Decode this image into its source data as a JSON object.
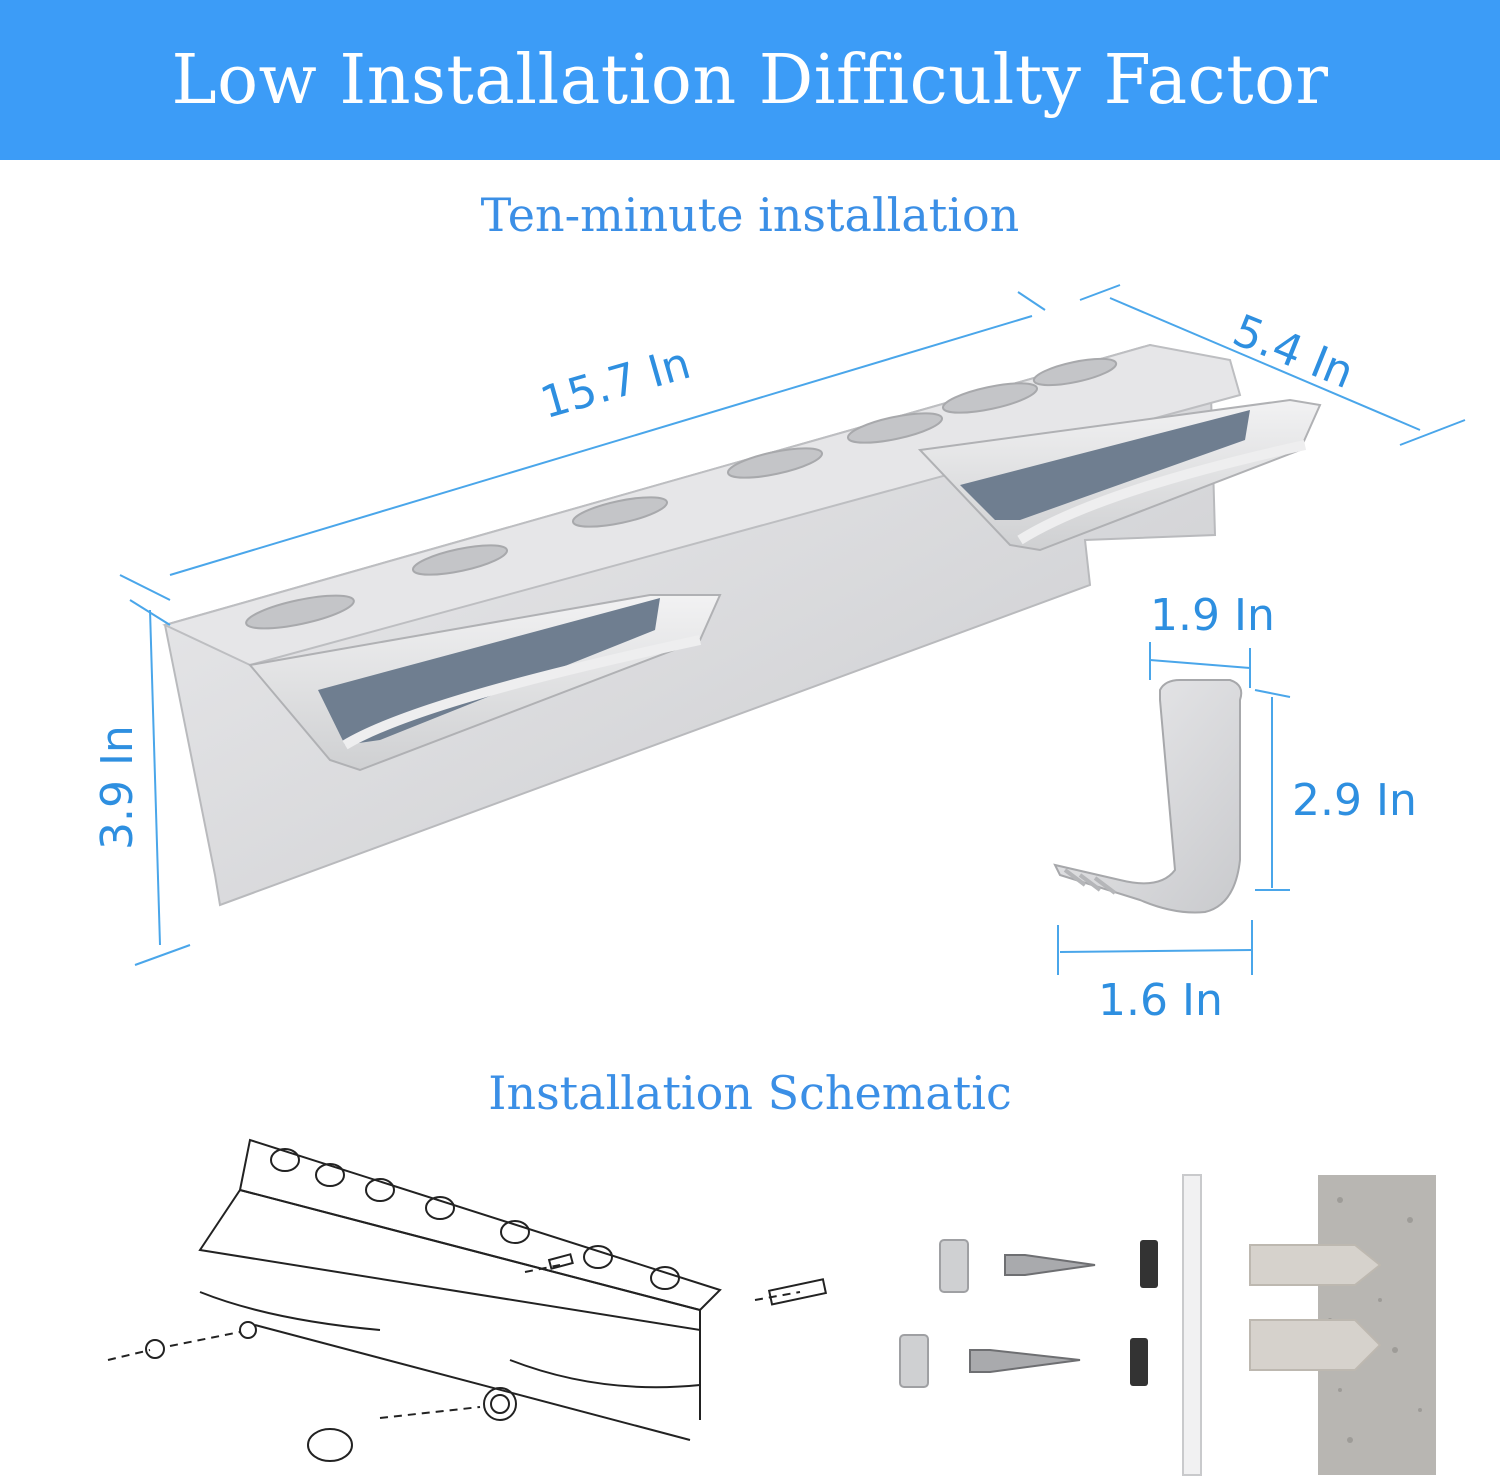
{
  "banner": {
    "title": "Low Installation Difficulty Factor"
  },
  "sections": {
    "installation_time": "Ten-minute installation",
    "schematic": "Installation Schematic"
  },
  "dimensions": {
    "length": "15.7 In",
    "depth": "5.4 In",
    "height": "3.9 In",
    "hook_width_top": "1.9 In",
    "hook_height": "2.9 In",
    "hook_width_bottom": "1.6 In"
  },
  "colors": {
    "banner": "#3c9cf7",
    "accent_text": "#3b8fe6",
    "dimension_line": "#4aa6ea",
    "metal": "#d9dadc",
    "rubber": "#6f7e90"
  }
}
